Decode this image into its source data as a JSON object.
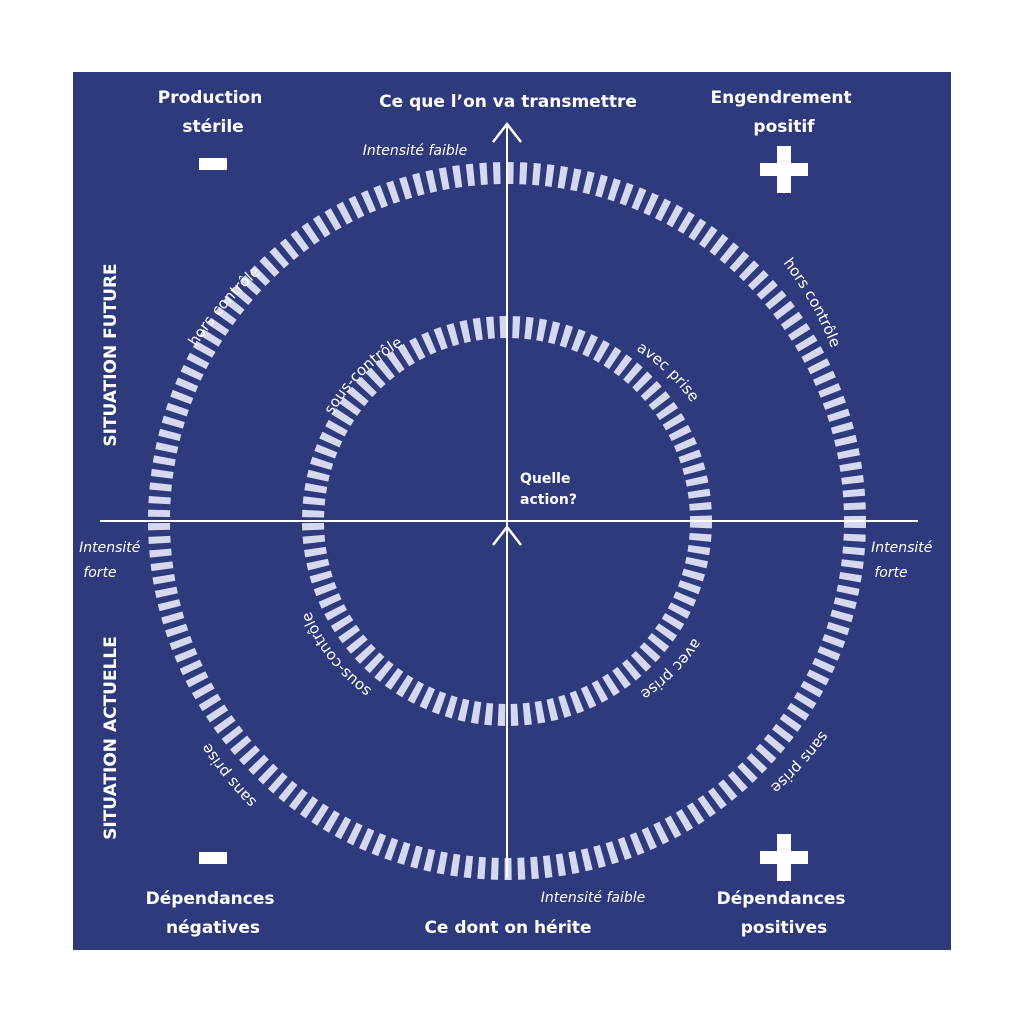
{
  "colors": {
    "background": "#2e3a7c",
    "foreground": "#ffffff",
    "ring": "#d6d8f0"
  },
  "axes": {
    "top": "Ce que l’on va transmettre",
    "bottom": "Ce dont on hérite",
    "center_line1": "Quelle",
    "center_line2": "action?"
  },
  "sides": {
    "upper": "SITUATION FUTURE",
    "lower": "SITUATION ACTUELLE"
  },
  "quadrants": {
    "top_left": {
      "line1": "Production",
      "line2": "stérile",
      "sign": "-"
    },
    "top_right": {
      "line1": "Engendrement",
      "line2": "positif",
      "sign": "+"
    },
    "bottom_left": {
      "line1": "Dépendances",
      "line2": "négatives",
      "sign": "-"
    },
    "bottom_right": {
      "line1": "Dépendances",
      "line2": "positives",
      "sign": "+"
    }
  },
  "intensity": {
    "weak_top": "Intensité faible",
    "weak_bottom": "Intensité faible",
    "strong_left_line1": "Intensité",
    "strong_left_line2": "forte",
    "strong_right_line1": "Intensité",
    "strong_right_line2": "forte"
  },
  "outer_ring": {
    "top_left": "hors contrôle",
    "top_right": "hors contrôle",
    "bottom_left": "sans prise",
    "bottom_right": "sans prise"
  },
  "inner_ring": {
    "top_left": "sous-contrôle",
    "top_right": "avec prise",
    "bottom_left": "sous-contrôle",
    "bottom_right": "avec prise"
  }
}
